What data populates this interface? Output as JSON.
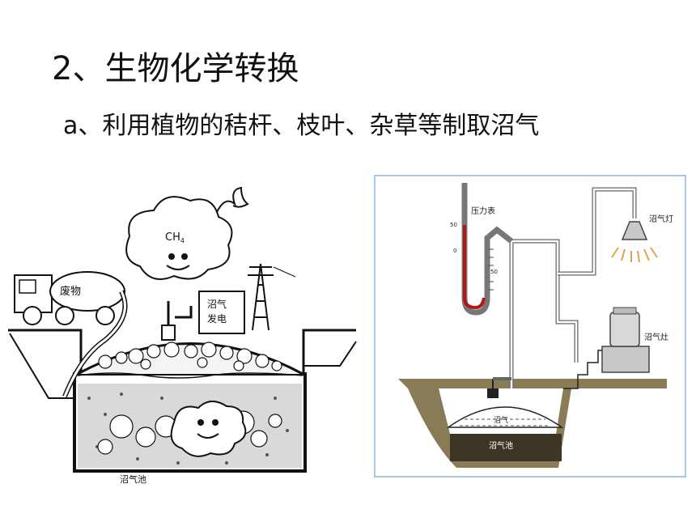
{
  "slide": {
    "title": "2、生物化学转换",
    "subtitle": "a、利用植物的秸杆、枝叶、杂草等制取沼气"
  },
  "left_diagram": {
    "gas_label": "CH",
    "gas_subscript": "4",
    "truck_label": "废物",
    "generator_label_line1": "沼气",
    "generator_label_line2": "发电",
    "tank_label": "沼气池"
  },
  "right_diagram": {
    "gauge_label": "压力表",
    "gauge_ticks": [
      "50",
      "0",
      "50"
    ],
    "lamp_label": "沼气灯",
    "stove_label": "沼气灶",
    "gas_label": "沼气",
    "tank_label": "沼气池",
    "colors": {
      "soil": "#8a7b57",
      "slurry": "#3d3526",
      "gauge_fluid": "#b01818",
      "frame": "#a9c7e6"
    }
  }
}
